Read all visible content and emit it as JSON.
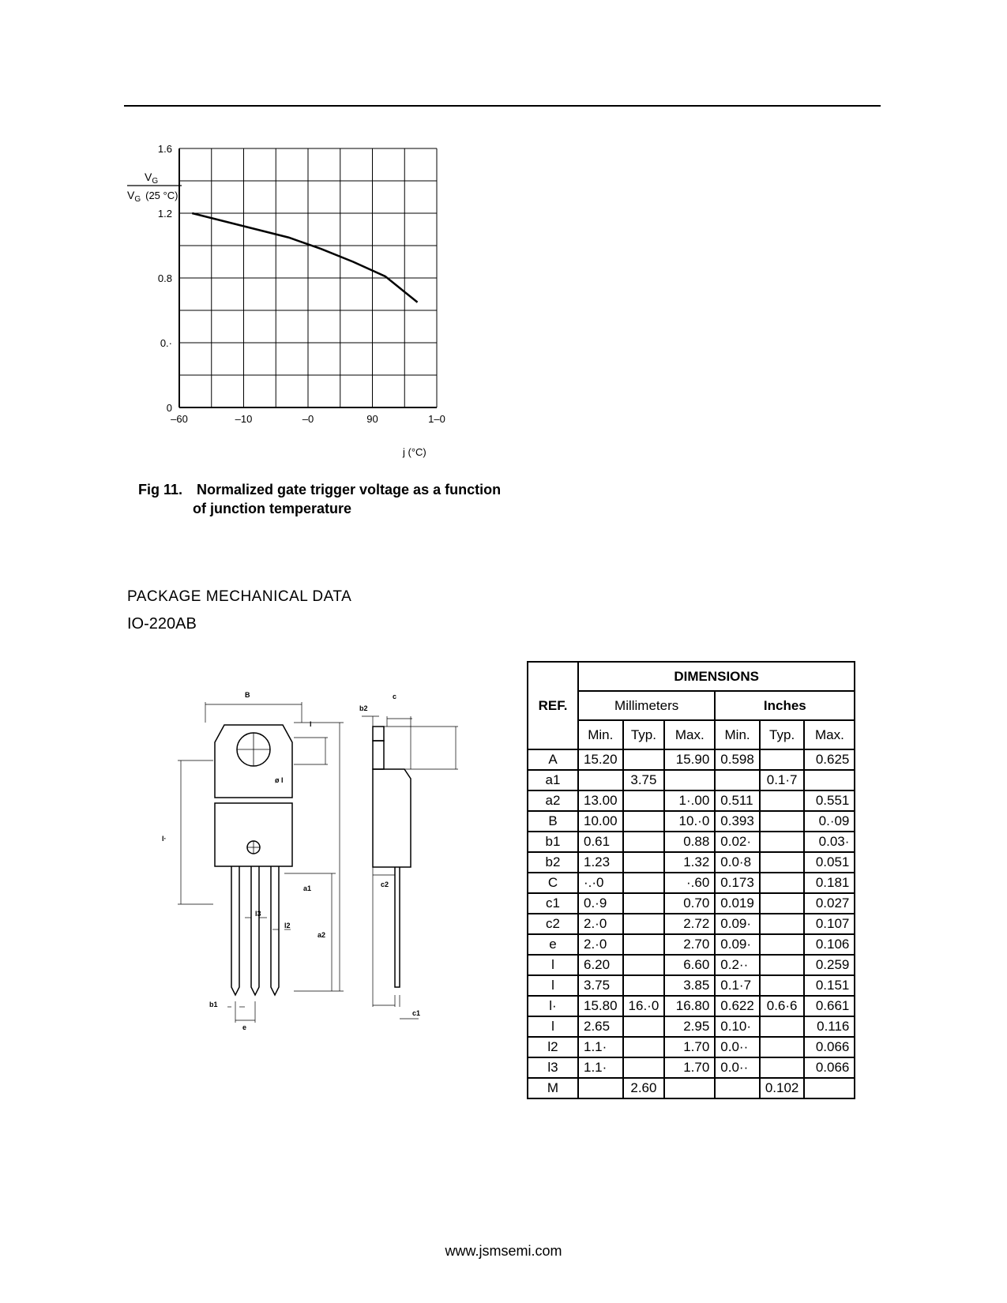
{
  "chart_data": {
    "type": "line",
    "y_label_top": "V",
    "y_label_top_sub": "G",
    "y_label_bottom": "V",
    "y_label_bottom_sub": "G",
    "y_label_bottom_suffix": "(25 °C)",
    "x_label": "j (°C)",
    "x_ticks": [
      -60,
      -10,
      40,
      90,
      140
    ],
    "x_tick_labels": [
      "–60",
      "–10",
      "–0",
      "90",
      "1–0"
    ],
    "y_ticks": [
      0,
      0.4,
      0.8,
      1.2,
      1.6
    ],
    "y_tick_labels": [
      "0",
      "0.·",
      "0.8",
      "1.2",
      "1.6"
    ],
    "xlim": [
      -60,
      140
    ],
    "ylim": [
      0,
      1.6
    ],
    "grid": true,
    "series": [
      {
        "x": [
          -50,
          0,
          25,
          50,
          75,
          100,
          125
        ],
        "y": [
          1.2,
          1.1,
          1.05,
          0.98,
          0.9,
          0.81,
          0.65
        ]
      }
    ]
  },
  "figure": {
    "number": "Fig 11.",
    "caption_line1": "Normalized gate trigger voltage as a function",
    "caption_line2": "of junction temperature"
  },
  "section": {
    "title": "PACKAGE MECHANICAL DATA",
    "subtitle": "IO-220AB"
  },
  "drawing": {
    "labels": {
      "B": "B",
      "c": "c",
      "b2": "b2",
      "L": "l",
      "diam": "ø I",
      "l4": "l·",
      "a1": "a1",
      "l3": "l3",
      "l2": "l2",
      "a2": "a2",
      "b1": "b1",
      "e": "e",
      "c2": "c2",
      "c1": "c1"
    }
  },
  "table": {
    "header": "DIMENSIONS",
    "ref_label": "REF.",
    "mm_label": "Millimeters",
    "in_label": "Inches",
    "cols": [
      "Min.",
      "Typ.",
      "Max.",
      "Min.",
      "Typ.",
      "Max."
    ],
    "rows": [
      [
        "A",
        "15.20",
        "",
        "15.90",
        "0.598",
        "",
        "0.625"
      ],
      [
        "a1",
        "",
        "3.75",
        "",
        "",
        "0.1·7",
        ""
      ],
      [
        "a2",
        "13.00",
        "",
        "1·.00",
        "0.511",
        "",
        "0.551"
      ],
      [
        "B",
        "10.00",
        "",
        "10.·0",
        "0.393",
        "",
        "0.·09"
      ],
      [
        "b1",
        "0.61",
        "",
        "0.88",
        "0.02·",
        "",
        "0.03·"
      ],
      [
        "b2",
        "1.23",
        "",
        "1.32",
        "0.0·8",
        "",
        "0.051"
      ],
      [
        "C",
        "·.·0",
        "",
        "·.60",
        "0.173",
        "",
        "0.181"
      ],
      [
        "c1",
        "0.·9",
        "",
        "0.70",
        "0.019",
        "",
        "0.027"
      ],
      [
        "c2",
        "2.·0",
        "",
        "2.72",
        "0.09·",
        "",
        "0.107"
      ],
      [
        "e",
        "2.·0",
        "",
        "2.70",
        "0.09·",
        "",
        "0.106"
      ],
      [
        "l",
        "6.20",
        "",
        "6.60",
        "0.2··",
        "",
        "0.259"
      ],
      [
        "l",
        "3.75",
        "",
        "3.85",
        "0.1·7",
        "",
        "0.151"
      ],
      [
        "l·",
        "15.80",
        "16.·0",
        "16.80",
        "0.622",
        "0.6·6",
        "0.661"
      ],
      [
        "l",
        "2.65",
        "",
        "2.95",
        "0.10·",
        "",
        "0.116"
      ],
      [
        "l2",
        "1.1·",
        "",
        "1.70",
        "0.0··",
        "",
        "0.066"
      ],
      [
        "l3",
        "1.1·",
        "",
        "1.70",
        "0.0··",
        "",
        "0.066"
      ],
      [
        "M",
        "",
        "2.60",
        "",
        "",
        "0.102",
        ""
      ]
    ]
  },
  "footer": {
    "url": "www.jsmsemi.com"
  }
}
